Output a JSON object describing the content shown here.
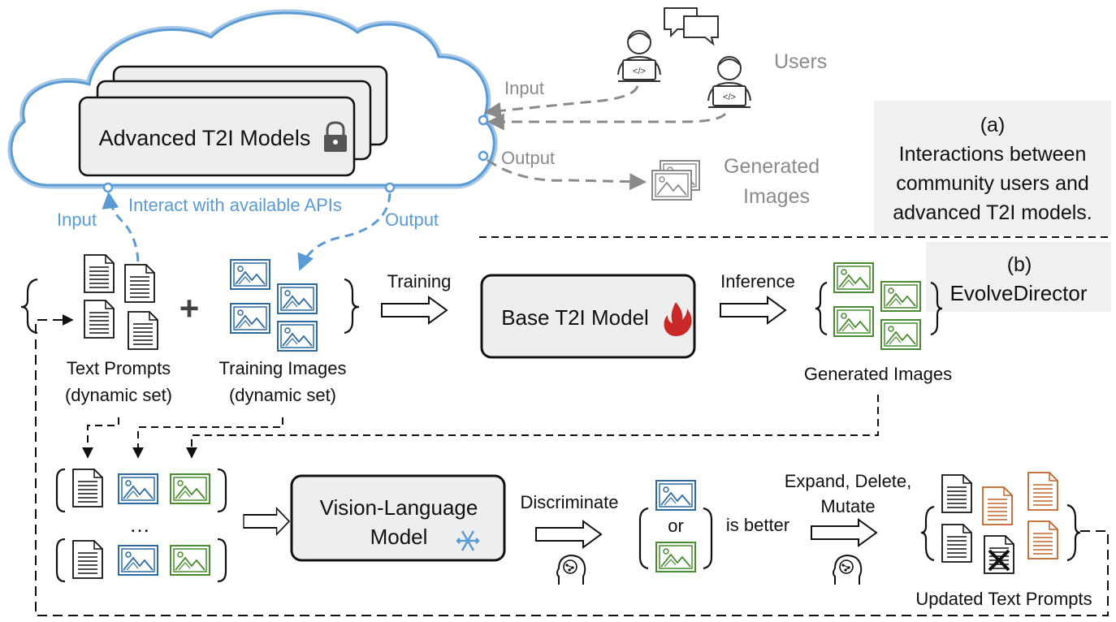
{
  "cloud": {
    "model_label": "Advanced T2I Models"
  },
  "apis": {
    "input": "Input",
    "interact": "Interact with available APIs",
    "output": "Output"
  },
  "users_section": {
    "users": "Users",
    "input": "Input",
    "output": "Output",
    "generated_line1": "Generated",
    "generated_line2": "Images"
  },
  "caption_a": {
    "tag": "(a)",
    "line1": "Interactions between",
    "line2": "community users and",
    "line3": "advanced T2I models."
  },
  "caption_b": {
    "tag": "(b)",
    "name": "EvolveDirector"
  },
  "training": {
    "text_prompts_line1": "Text Prompts",
    "text_prompts_line2": "(dynamic set)",
    "training_images_line1": "Training Images",
    "training_images_line2": "(dynamic set)",
    "plus": "+",
    "training_label": "Training",
    "base_model": "Base T2I Model",
    "inference_label": "Inference",
    "generated_images": "Generated Images"
  },
  "vlm": {
    "ellipsis": "…",
    "model_line1": "Vision-Language",
    "model_line2": "Model",
    "discriminate": "Discriminate",
    "or": "or",
    "is_better": "is better",
    "ops_line1": "Expand, Delete,",
    "ops_line2": "Mutate",
    "updated": "Updated Text Prompts"
  },
  "colors": {
    "blue_accent": "#5b9bd5",
    "blue_image": "#2e6aa0",
    "green_image": "#4a8a30",
    "orange_doc": "#c0642a",
    "fire": "#c82828",
    "gray_text": "#8a8a8a"
  }
}
